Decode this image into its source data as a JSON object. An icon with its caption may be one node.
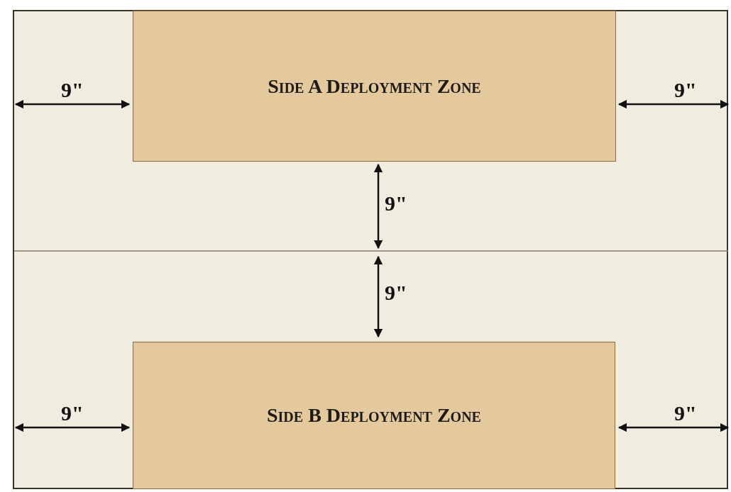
{
  "diagram": {
    "nodes": [
      {
        "text": [
          "Side A Deployment Zone"
        ]
      },
      {
        "text": [
          "Side B Deployment Zone"
        ]
      }
    ],
    "labels": [
      "9\"",
      "9\"",
      "9\"",
      "9\"",
      "9\"",
      "9\""
    ]
  }
}
